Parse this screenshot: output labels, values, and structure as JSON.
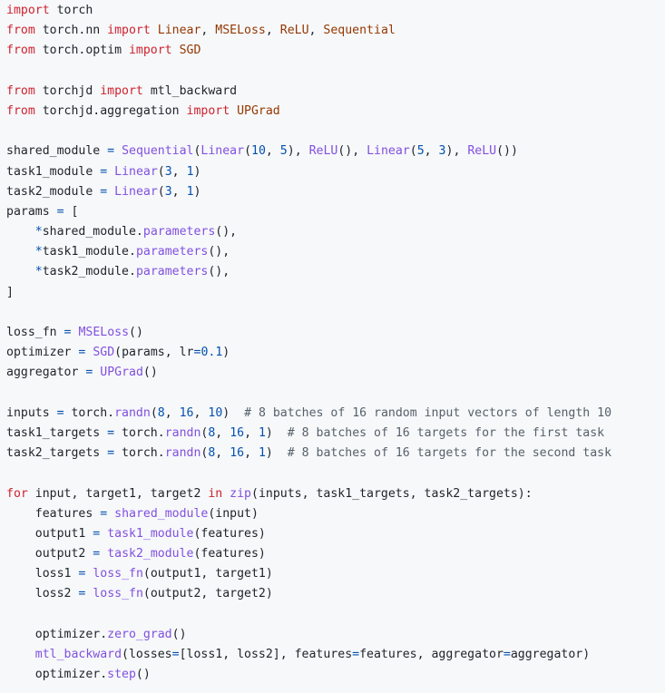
{
  "colors": {
    "background": "#f6f8fa",
    "text": "#1f2328",
    "keyword": "#cf222e",
    "function": "#8250df",
    "number": "#0550ae",
    "operator": "#0550ae",
    "module": "#953800",
    "comment": "#57606a"
  },
  "code": {
    "language": "python",
    "lines": [
      [
        {
          "t": "kw",
          "v": "import"
        },
        {
          "t": "txt",
          "v": " torch"
        }
      ],
      [
        {
          "t": "kw",
          "v": "from"
        },
        {
          "t": "txt",
          "v": " torch.nn "
        },
        {
          "t": "kw",
          "v": "import"
        },
        {
          "t": "txt",
          "v": " "
        },
        {
          "t": "mod",
          "v": "Linear"
        },
        {
          "t": "txt",
          "v": ", "
        },
        {
          "t": "mod",
          "v": "MSELoss"
        },
        {
          "t": "txt",
          "v": ", "
        },
        {
          "t": "mod",
          "v": "ReLU"
        },
        {
          "t": "txt",
          "v": ", "
        },
        {
          "t": "mod",
          "v": "Sequential"
        }
      ],
      [
        {
          "t": "kw",
          "v": "from"
        },
        {
          "t": "txt",
          "v": " torch.optim "
        },
        {
          "t": "kw",
          "v": "import"
        },
        {
          "t": "txt",
          "v": " "
        },
        {
          "t": "mod",
          "v": "SGD"
        }
      ],
      [],
      [
        {
          "t": "kw",
          "v": "from"
        },
        {
          "t": "txt",
          "v": " torchjd "
        },
        {
          "t": "kw",
          "v": "import"
        },
        {
          "t": "txt",
          "v": " mtl_backward"
        }
      ],
      [
        {
          "t": "kw",
          "v": "from"
        },
        {
          "t": "txt",
          "v": " torchjd.aggregation "
        },
        {
          "t": "kw",
          "v": "import"
        },
        {
          "t": "txt",
          "v": " "
        },
        {
          "t": "mod",
          "v": "UPGrad"
        }
      ],
      [],
      [
        {
          "t": "txt",
          "v": "shared_module "
        },
        {
          "t": "op",
          "v": "="
        },
        {
          "t": "txt",
          "v": " "
        },
        {
          "t": "fn",
          "v": "Sequential"
        },
        {
          "t": "txt",
          "v": "("
        },
        {
          "t": "fn",
          "v": "Linear"
        },
        {
          "t": "txt",
          "v": "("
        },
        {
          "t": "num",
          "v": "10"
        },
        {
          "t": "txt",
          "v": ", "
        },
        {
          "t": "num",
          "v": "5"
        },
        {
          "t": "txt",
          "v": "), "
        },
        {
          "t": "fn",
          "v": "ReLU"
        },
        {
          "t": "txt",
          "v": "(), "
        },
        {
          "t": "fn",
          "v": "Linear"
        },
        {
          "t": "txt",
          "v": "("
        },
        {
          "t": "num",
          "v": "5"
        },
        {
          "t": "txt",
          "v": ", "
        },
        {
          "t": "num",
          "v": "3"
        },
        {
          "t": "txt",
          "v": "), "
        },
        {
          "t": "fn",
          "v": "ReLU"
        },
        {
          "t": "txt",
          "v": "())"
        }
      ],
      [
        {
          "t": "txt",
          "v": "task1_module "
        },
        {
          "t": "op",
          "v": "="
        },
        {
          "t": "txt",
          "v": " "
        },
        {
          "t": "fn",
          "v": "Linear"
        },
        {
          "t": "txt",
          "v": "("
        },
        {
          "t": "num",
          "v": "3"
        },
        {
          "t": "txt",
          "v": ", "
        },
        {
          "t": "num",
          "v": "1"
        },
        {
          "t": "txt",
          "v": ")"
        }
      ],
      [
        {
          "t": "txt",
          "v": "task2_module "
        },
        {
          "t": "op",
          "v": "="
        },
        {
          "t": "txt",
          "v": " "
        },
        {
          "t": "fn",
          "v": "Linear"
        },
        {
          "t": "txt",
          "v": "("
        },
        {
          "t": "num",
          "v": "3"
        },
        {
          "t": "txt",
          "v": ", "
        },
        {
          "t": "num",
          "v": "1"
        },
        {
          "t": "txt",
          "v": ")"
        }
      ],
      [
        {
          "t": "txt",
          "v": "params "
        },
        {
          "t": "op",
          "v": "="
        },
        {
          "t": "txt",
          "v": " ["
        }
      ],
      [
        {
          "t": "txt",
          "v": "    "
        },
        {
          "t": "op",
          "v": "*"
        },
        {
          "t": "txt",
          "v": "shared_module."
        },
        {
          "t": "fn",
          "v": "parameters"
        },
        {
          "t": "txt",
          "v": "(),"
        }
      ],
      [
        {
          "t": "txt",
          "v": "    "
        },
        {
          "t": "op",
          "v": "*"
        },
        {
          "t": "txt",
          "v": "task1_module."
        },
        {
          "t": "fn",
          "v": "parameters"
        },
        {
          "t": "txt",
          "v": "(),"
        }
      ],
      [
        {
          "t": "txt",
          "v": "    "
        },
        {
          "t": "op",
          "v": "*"
        },
        {
          "t": "txt",
          "v": "task2_module."
        },
        {
          "t": "fn",
          "v": "parameters"
        },
        {
          "t": "txt",
          "v": "(),"
        }
      ],
      [
        {
          "t": "txt",
          "v": "]"
        }
      ],
      [],
      [
        {
          "t": "txt",
          "v": "loss_fn "
        },
        {
          "t": "op",
          "v": "="
        },
        {
          "t": "txt",
          "v": " "
        },
        {
          "t": "fn",
          "v": "MSELoss"
        },
        {
          "t": "txt",
          "v": "()"
        }
      ],
      [
        {
          "t": "txt",
          "v": "optimizer "
        },
        {
          "t": "op",
          "v": "="
        },
        {
          "t": "txt",
          "v": " "
        },
        {
          "t": "fn",
          "v": "SGD"
        },
        {
          "t": "txt",
          "v": "(params, lr"
        },
        {
          "t": "op",
          "v": "="
        },
        {
          "t": "num",
          "v": "0.1"
        },
        {
          "t": "txt",
          "v": ")"
        }
      ],
      [
        {
          "t": "txt",
          "v": "aggregator "
        },
        {
          "t": "op",
          "v": "="
        },
        {
          "t": "txt",
          "v": " "
        },
        {
          "t": "fn",
          "v": "UPGrad"
        },
        {
          "t": "txt",
          "v": "()"
        }
      ],
      [],
      [
        {
          "t": "txt",
          "v": "inputs "
        },
        {
          "t": "op",
          "v": "="
        },
        {
          "t": "txt",
          "v": " torch."
        },
        {
          "t": "fn",
          "v": "randn"
        },
        {
          "t": "txt",
          "v": "("
        },
        {
          "t": "num",
          "v": "8"
        },
        {
          "t": "txt",
          "v": ", "
        },
        {
          "t": "num",
          "v": "16"
        },
        {
          "t": "txt",
          "v": ", "
        },
        {
          "t": "num",
          "v": "10"
        },
        {
          "t": "txt",
          "v": ")  "
        },
        {
          "t": "cm",
          "v": "# 8 batches of 16 random input vectors of length 10"
        }
      ],
      [
        {
          "t": "txt",
          "v": "task1_targets "
        },
        {
          "t": "op",
          "v": "="
        },
        {
          "t": "txt",
          "v": " torch."
        },
        {
          "t": "fn",
          "v": "randn"
        },
        {
          "t": "txt",
          "v": "("
        },
        {
          "t": "num",
          "v": "8"
        },
        {
          "t": "txt",
          "v": ", "
        },
        {
          "t": "num",
          "v": "16"
        },
        {
          "t": "txt",
          "v": ", "
        },
        {
          "t": "num",
          "v": "1"
        },
        {
          "t": "txt",
          "v": ")  "
        },
        {
          "t": "cm",
          "v": "# 8 batches of 16 targets for the first task"
        }
      ],
      [
        {
          "t": "txt",
          "v": "task2_targets "
        },
        {
          "t": "op",
          "v": "="
        },
        {
          "t": "txt",
          "v": " torch."
        },
        {
          "t": "fn",
          "v": "randn"
        },
        {
          "t": "txt",
          "v": "("
        },
        {
          "t": "num",
          "v": "8"
        },
        {
          "t": "txt",
          "v": ", "
        },
        {
          "t": "num",
          "v": "16"
        },
        {
          "t": "txt",
          "v": ", "
        },
        {
          "t": "num",
          "v": "1"
        },
        {
          "t": "txt",
          "v": ")  "
        },
        {
          "t": "cm",
          "v": "# 8 batches of 16 targets for the second task"
        }
      ],
      [],
      [
        {
          "t": "kw",
          "v": "for"
        },
        {
          "t": "txt",
          "v": " input, target1, target2 "
        },
        {
          "t": "kw",
          "v": "in"
        },
        {
          "t": "txt",
          "v": " "
        },
        {
          "t": "fn",
          "v": "zip"
        },
        {
          "t": "txt",
          "v": "(inputs, task1_targets, task2_targets):"
        }
      ],
      [
        {
          "t": "txt",
          "v": "    features "
        },
        {
          "t": "op",
          "v": "="
        },
        {
          "t": "txt",
          "v": " "
        },
        {
          "t": "fn",
          "v": "shared_module"
        },
        {
          "t": "txt",
          "v": "(input)"
        }
      ],
      [
        {
          "t": "txt",
          "v": "    output1 "
        },
        {
          "t": "op",
          "v": "="
        },
        {
          "t": "txt",
          "v": " "
        },
        {
          "t": "fn",
          "v": "task1_module"
        },
        {
          "t": "txt",
          "v": "(features)"
        }
      ],
      [
        {
          "t": "txt",
          "v": "    output2 "
        },
        {
          "t": "op",
          "v": "="
        },
        {
          "t": "txt",
          "v": " "
        },
        {
          "t": "fn",
          "v": "task2_module"
        },
        {
          "t": "txt",
          "v": "(features)"
        }
      ],
      [
        {
          "t": "txt",
          "v": "    loss1 "
        },
        {
          "t": "op",
          "v": "="
        },
        {
          "t": "txt",
          "v": " "
        },
        {
          "t": "fn",
          "v": "loss_fn"
        },
        {
          "t": "txt",
          "v": "(output1, target1)"
        }
      ],
      [
        {
          "t": "txt",
          "v": "    loss2 "
        },
        {
          "t": "op",
          "v": "="
        },
        {
          "t": "txt",
          "v": " "
        },
        {
          "t": "fn",
          "v": "loss_fn"
        },
        {
          "t": "txt",
          "v": "(output2, target2)"
        }
      ],
      [],
      [
        {
          "t": "txt",
          "v": "    optimizer."
        },
        {
          "t": "fn",
          "v": "zero_grad"
        },
        {
          "t": "txt",
          "v": "()"
        }
      ],
      [
        {
          "t": "txt",
          "v": "    "
        },
        {
          "t": "fn",
          "v": "mtl_backward"
        },
        {
          "t": "txt",
          "v": "(losses"
        },
        {
          "t": "op",
          "v": "="
        },
        {
          "t": "txt",
          "v": "[loss1, loss2], features"
        },
        {
          "t": "op",
          "v": "="
        },
        {
          "t": "txt",
          "v": "features, aggregator"
        },
        {
          "t": "op",
          "v": "="
        },
        {
          "t": "txt",
          "v": "aggregator)"
        }
      ],
      [
        {
          "t": "txt",
          "v": "    optimizer."
        },
        {
          "t": "fn",
          "v": "step"
        },
        {
          "t": "txt",
          "v": "()"
        }
      ]
    ]
  }
}
